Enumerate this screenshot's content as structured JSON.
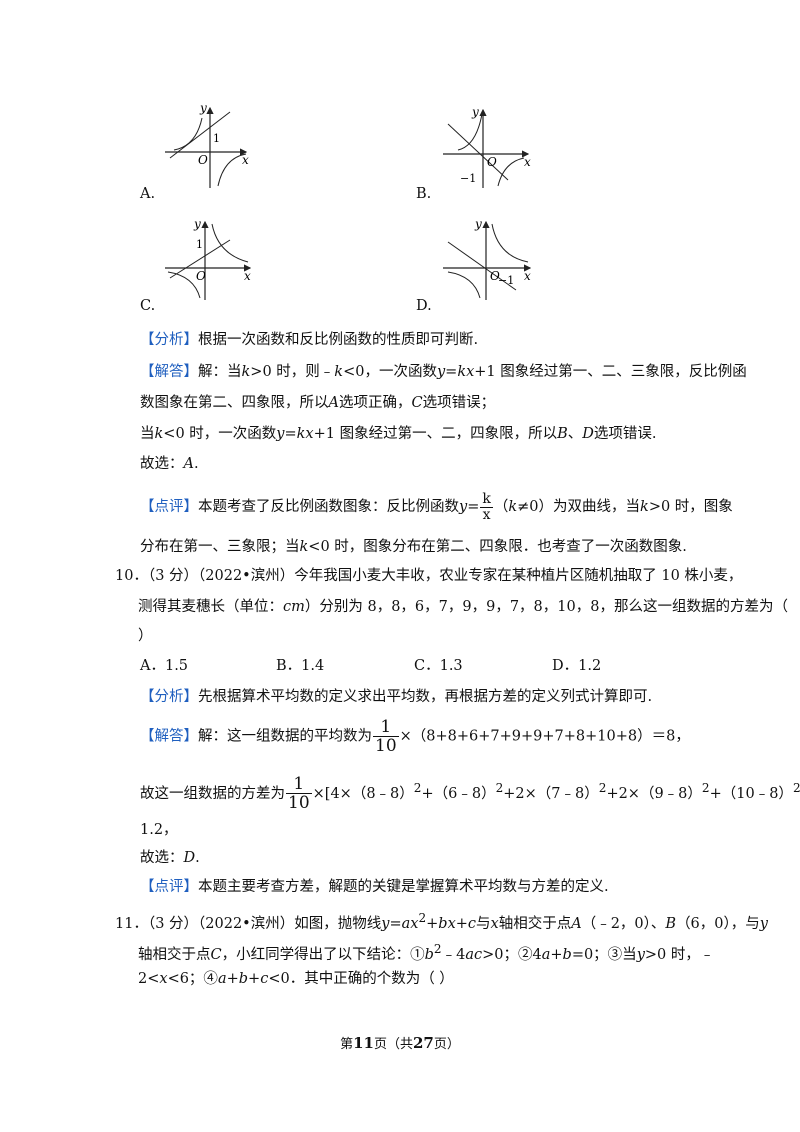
{
  "q9": {
    "graphs": [
      {
        "letter": "A.",
        "axis_y": "y",
        "axis_x": "x",
        "origin": "O",
        "mark": "1"
      },
      {
        "letter": "B.",
        "axis_y": "y",
        "axis_x": "x",
        "origin": "O",
        "mark": "−1"
      },
      {
        "letter": "C.",
        "axis_y": "y",
        "axis_x": "x",
        "origin": "O",
        "mark": "1"
      },
      {
        "letter": "D.",
        "axis_y": "y",
        "axis_x": "x",
        "origin": "O",
        "mark": "−1"
      }
    ],
    "analysis_tag": "【分析】",
    "analysis": "根据一次函数和反比例函数的性质即可判断.",
    "solution_tag": "【解答】",
    "sol1_a": "解：当",
    "sol1_b": "k",
    "sol1_c": ">0 时，则﹣",
    "sol1_d": "k",
    "sol1_e": "<0，一次函数",
    "sol1_f": "y",
    "sol1_g": "=",
    "sol1_h": "kx",
    "sol1_i": "+1 图象经过第一、二、三象限，反比例函",
    "sol2_a": "数图象在第二、四象限，所以",
    "sol2_b": "A",
    "sol2_c": "选项正确，",
    "sol2_d": "C",
    "sol2_e": "选项错误；",
    "sol3_a": "当",
    "sol3_b": "k",
    "sol3_c": "<0 时，一次函数",
    "sol3_d": "y",
    "sol3_e": "=",
    "sol3_f": "kx",
    "sol3_g": "+1 图象经过第一、二，四象限，所以",
    "sol3_h": "B",
    "sol3_i": "、",
    "sol3_j": "D",
    "sol3_k": "选项错误.",
    "choose_a": "故选：",
    "choose_b": "A",
    "choose_c": ".",
    "review_tag": "【点评】",
    "rev1_a": "本题考查了反比例函数图象：反比例函数",
    "rev1_b": "y",
    "rev1_c": "=",
    "rev1_num": "k",
    "rev1_den": "x",
    "rev1_d": "（",
    "rev1_e": "k",
    "rev1_f": "≠0）为双曲线，当",
    "rev1_g": "k",
    "rev1_h": ">0 时，图象",
    "rev2_a": "分布在第一、三象限；当",
    "rev2_b": "k",
    "rev2_c": "<0 时，图象分布在第二、四象限．也考查了一次函数图象."
  },
  "q10": {
    "stem1": "10．（3 分）（2022•滨州）今年我国小麦大丰收，农业专家在某种植片区随机抽取了 10 株小麦，",
    "stem2_a": "测得其麦穗长（单位：",
    "stem2_b": "cm",
    "stem2_c": "）分别为 8，8，6，7，9，9，7，8，10，8，那么这一组数据的方差为（",
    "stem3": "）",
    "options": [
      "A．1.5",
      "B．1.4",
      "C．1.3",
      "D．1.2"
    ],
    "analysis_tag": "【分析】",
    "analysis": "先根据算术平均数的定义求出平均数，再根据方差的定义列式计算即可.",
    "solution_tag": "【解答】",
    "sol1_a": "解：这一组数据的平均数为",
    "frac_num": "1",
    "frac_den": "10",
    "sol1_b": "×（8+8+6+7+9+9+7+8+10+8）＝8，",
    "sol2_a": "故这一组数据的方差为",
    "sol2_b": "×[4×（8﹣8）",
    "sq": "2",
    "sol2_c": "+（6﹣8）",
    "sol2_d": "+2×（7﹣8）",
    "sol2_e": "+2×（9﹣8）",
    "sol2_f": "+（10﹣8）",
    "sol2_g": "]＝",
    "sol3": "1.2，",
    "choose_a": "故选：",
    "choose_b": "D",
    "choose_c": ".",
    "review_tag": "【点评】",
    "review": "本题主要考查方差，解题的关键是掌握算术平均数与方差的定义."
  },
  "q11": {
    "l1_a": "11．（3 分）（2022•滨州）如图，抛物线",
    "l1_y": "y",
    "l1_eq": "=",
    "l1_ax": "ax",
    "l1_sq": "2",
    "l1_plus1": "+",
    "l1_bx": "bx",
    "l1_plus2": "+",
    "l1_c": "c",
    "l1_b": "与",
    "l1_x": "x",
    "l1_d": "轴相交于点",
    "l1_A": "A",
    "l1_e": "（﹣2，0）、",
    "l1_B": "B",
    "l1_f": "（6，0），与",
    "l1_y2": "y",
    "l2_a": "轴相交于点",
    "l2_C": "C",
    "l2_b": "，小红同学得出了以下结论：①",
    "l2_b2": "b",
    "l2_sq": "2",
    "l2_c": "﹣4",
    "l2_ac": "ac",
    "l2_d": ">0；②",
    "l2_4a": "4",
    "l2_a2": "a",
    "l2_plus": "+",
    "l2_b3": "b",
    "l2_e": "=0；③当",
    "l2_y": "y",
    "l2_f": ">0 时，﹣",
    "l3_a": "2<",
    "l3_x": "x",
    "l3_b": "<6；④",
    "l3_a2": "a",
    "l3_p1": "+",
    "l3_b2": "b",
    "l3_p2": "+",
    "l3_c2": "c",
    "l3_c": "<0．其中正确的个数为（      ）"
  },
  "footer": {
    "a": "第",
    "page": "11",
    "b": "页（共",
    "total": "27",
    "c": "页）"
  }
}
